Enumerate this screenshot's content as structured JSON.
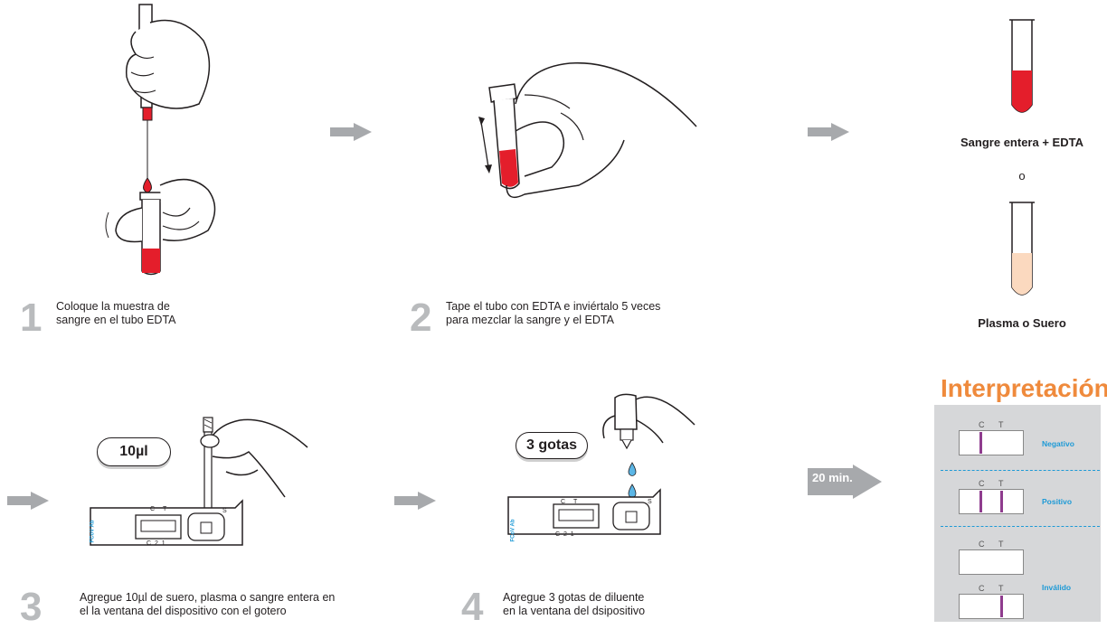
{
  "steps": [
    {
      "num": "1",
      "text": "Coloque la muestra de\nsangre en el tubo EDTA"
    },
    {
      "num": "2",
      "text": "Tape el tubo con EDTA e inviértalo 5 veces\npara mezclar la sangre y el EDTA"
    },
    {
      "num": "3",
      "text": "Agregue 10µl de suero, plasma o sangre entera en\nel la ventana del dispositivo con el gotero"
    },
    {
      "num": "4",
      "text": "Agregue 3 gotas de diluente\nen la ventana del dsipositivo"
    }
  ],
  "tubes": {
    "whole_blood_label": "Sangre entera + EDTA",
    "or_label": "o",
    "plasma_label": "Plasma o Suero"
  },
  "badges": {
    "volume": "10µl",
    "drops": "3 gotas"
  },
  "timer_label": "20 min.",
  "device": {
    "brand": "FCoV Ab",
    "c": "C",
    "t": "T",
    "s": "S",
    "scale": "C  2  1"
  },
  "interpretation": {
    "title": "Interpretación",
    "c": "C",
    "t": "T",
    "results": [
      "Negativo",
      "Positivo",
      "Inválido"
    ]
  },
  "colors": {
    "blood": "#e41e2b",
    "plasma": "#fbd9bf",
    "accent": "#ef8a3c",
    "line": "#8f3c8e",
    "result": "#1e9ad6",
    "arrow": "#a7a9ac"
  }
}
